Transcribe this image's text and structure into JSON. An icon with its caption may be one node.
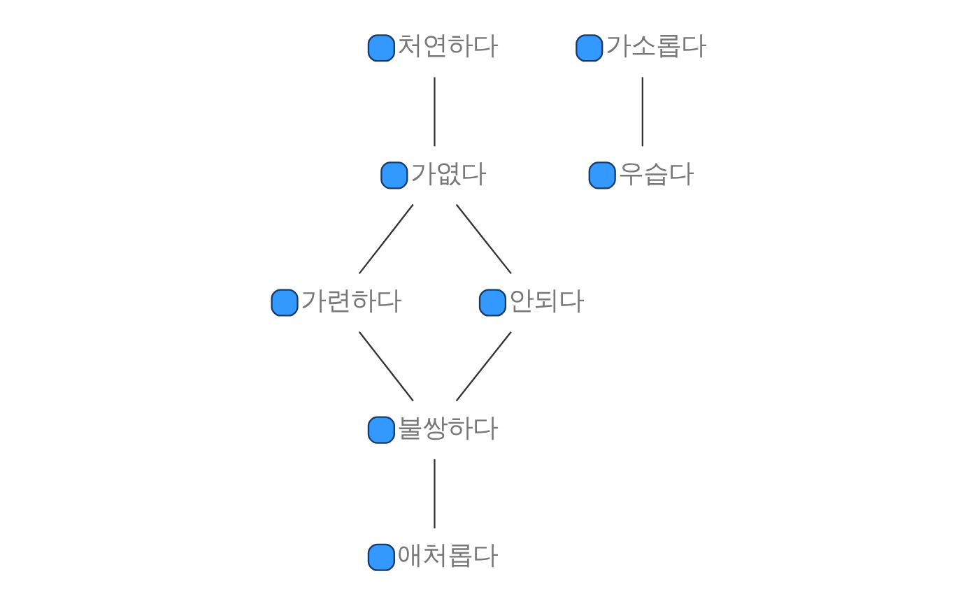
{
  "diagram": {
    "nodes": [
      {
        "text": [],
        "shape": "box",
        "beside": [
          "처연하다"
        ]
      },
      {
        "text": [],
        "shape": "box",
        "beside": [
          "가소롭다"
        ]
      },
      {
        "text": [],
        "shape": "box",
        "beside": [
          "가엾다"
        ]
      },
      {
        "text": [],
        "shape": "box",
        "beside": [
          "가련하다"
        ]
      },
      {
        "text": [],
        "shape": "box",
        "beside": [
          "안되다"
        ]
      },
      {
        "text": [],
        "shape": "box",
        "beside": [
          "우습다"
        ]
      },
      {
        "text": [],
        "shape": "box",
        "beside": [
          "불쌍하다"
        ]
      },
      {
        "text": [],
        "shape": "box",
        "beside": [
          "애처롭다"
        ]
      }
    ],
    "edges": [
      {
        "from": 1,
        "to": 5,
        "arrow": "none"
      },
      {
        "from": 0,
        "to": 2,
        "arrow": "none"
      },
      {
        "from": 2,
        "to": 4,
        "arrow": "none"
      },
      {
        "from": 2,
        "to": 3,
        "arrow": "none"
      },
      {
        "from": 3,
        "to": 6,
        "arrow": "none"
      },
      {
        "from": 4,
        "to": 6,
        "arrow": "none"
      },
      {
        "from": 6,
        "to": 7,
        "arrow": "none"
      }
    ]
  }
}
